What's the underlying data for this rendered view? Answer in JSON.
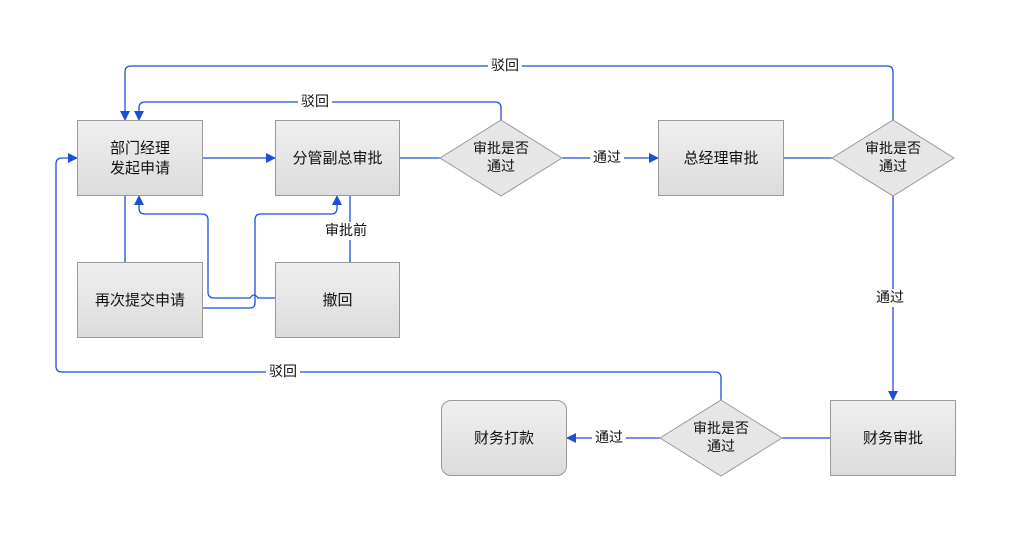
{
  "nodes": {
    "dept_manager": "部门经理\n发起申请",
    "vice_gm": "分管副总审批",
    "gm": "总经理审批",
    "resubmit": "再次提交申请",
    "withdraw": "撤回",
    "finance": "财务审批",
    "payment": "财务打款"
  },
  "decisions": {
    "d1": "审批是否\n通过",
    "d2": "审批是否\n通过",
    "d3": "审批是否\n通过"
  },
  "edges": {
    "reject_top": "驳回",
    "reject_mid": "驳回",
    "reject_bottom": "驳回",
    "pass_d1": "通过",
    "pass_d2": "通过",
    "pass_d3": "通过",
    "before_approval": "审批前"
  },
  "colors": {
    "connector": "#1f4fd6",
    "node_border": "#9a9a9a"
  }
}
